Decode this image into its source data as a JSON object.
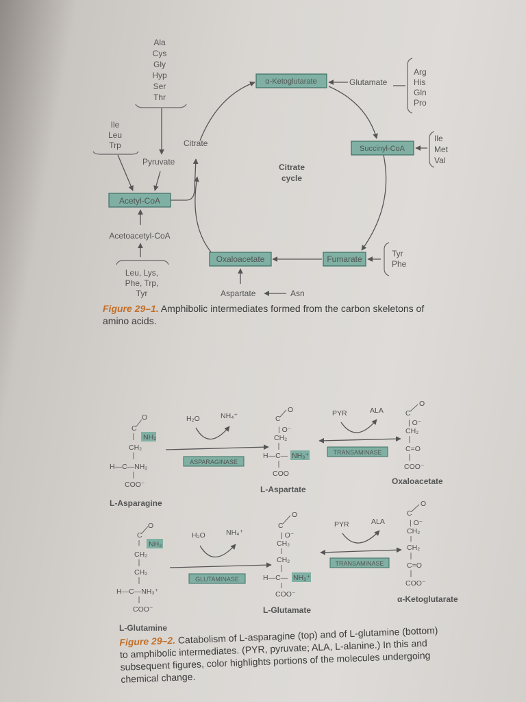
{
  "fig1": {
    "top_aminos": [
      "Ala",
      "Cys",
      "Gly",
      "Hyp",
      "Ser",
      "Thr"
    ],
    "left_aminos": [
      "Ile",
      "Leu",
      "Trp"
    ],
    "pyruvate": "Pyruvate",
    "citrate": "Citrate",
    "acetyl_coa": "Acetyl-CoA",
    "acetoacetyl_coa": "Acetoacetyl-CoA",
    "bottom_left_aminos": [
      "Leu, Lys,",
      "Phe, Trp,",
      "Tyr"
    ],
    "cycle_label": [
      "Citrate",
      "cycle"
    ],
    "alpha_ketoglutarate": "α-Ketoglutarate",
    "glutamate": "Glutamate",
    "akg_aminos": [
      "Arg",
      "His",
      "Gln",
      "Pro"
    ],
    "succinyl_coa": "Succinyl-CoA",
    "succ_aminos": [
      "Ile",
      "Met",
      "Val"
    ],
    "fumarate": "Fumarate",
    "fum_aminos": [
      "Tyr",
      "Phe"
    ],
    "oxaloacetate": "Oxaloacetate",
    "aspartate": "Aspartate",
    "asn": "Asn",
    "caption_label": "Figure 29–1.",
    "caption_text": "Amphibolic intermediates formed from the carbon skeletons of amino acids."
  },
  "fig2": {
    "asparagine": "L-Asparagine",
    "aspartate": "L-Aspartate",
    "oxaloacetate": "Oxaloacetate",
    "glutamine": "L-Glutamine",
    "glutamate": "L-Glutamate",
    "alpha_ketoglutarate": "α-Ketoglutarate",
    "asparaginase": "ASPARAGINASE",
    "glutaminase": "GLUTAMINASE",
    "transaminase": "TRANSAMINASE",
    "h2o": "H₂O",
    "nh4": "NH₄⁺",
    "pyr": "PYR",
    "ala": "ALA",
    "caption_label": "Figure 29–2.",
    "caption_text": "Catabolism of L-asparagine (top) and of L-glutamine (bottom) to amphibolic intermediates. (PYR, pyruvate; ALA, L-alanine.) In this and subsequent figures, color highlights portions of the molecules undergoing chemical change."
  },
  "colors": {
    "box_fill": "#7fb0a3",
    "box_border": "#3f6f66",
    "caption_accent": "#c2702a"
  }
}
